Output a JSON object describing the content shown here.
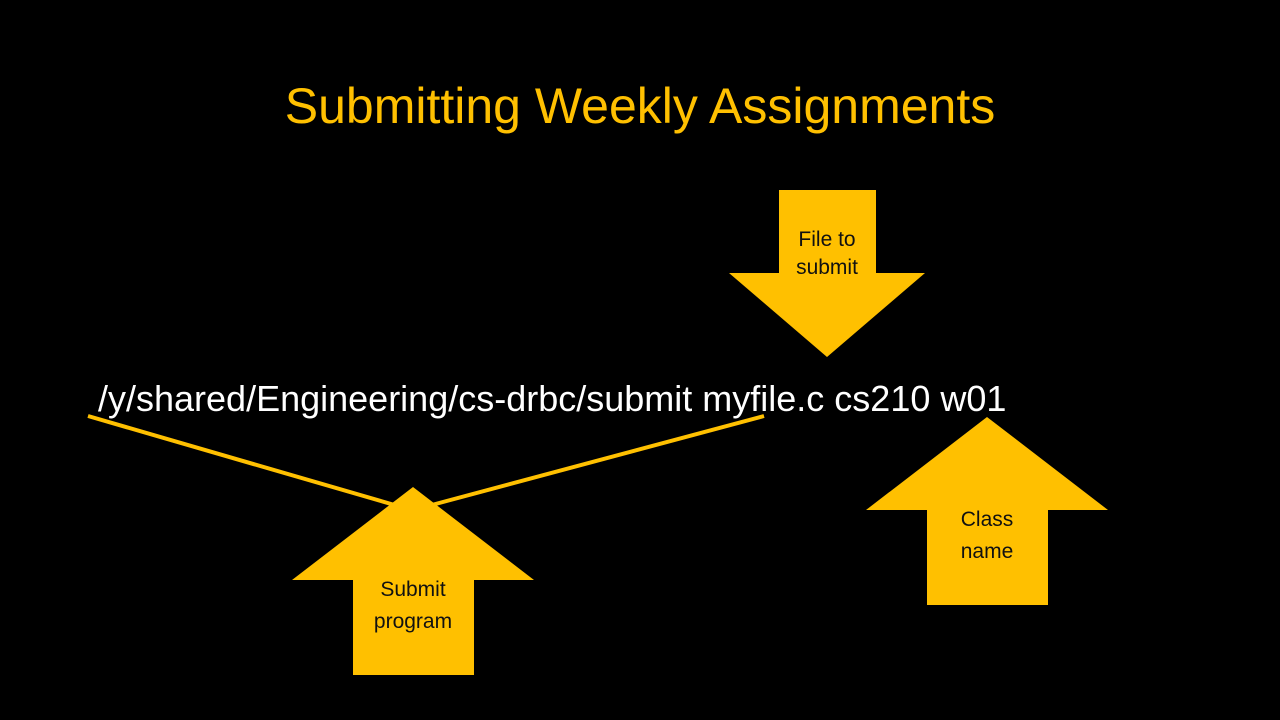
{
  "slide": {
    "title": "Submitting Weekly Assignments",
    "command": "/y/shared/Engineering/cs-drbc/submit myfile.c cs210 w01"
  },
  "callouts": {
    "file_to_submit": {
      "line1": "File to",
      "line2": "submit"
    },
    "submit_program": {
      "line1": "Submit",
      "line2": "program"
    },
    "class_name": {
      "line1": "Class",
      "line2": "name"
    }
  },
  "colors": {
    "background": "#000000",
    "accent": "#FFC000",
    "command_text": "#FFFFFF",
    "label_text": "#111111"
  }
}
